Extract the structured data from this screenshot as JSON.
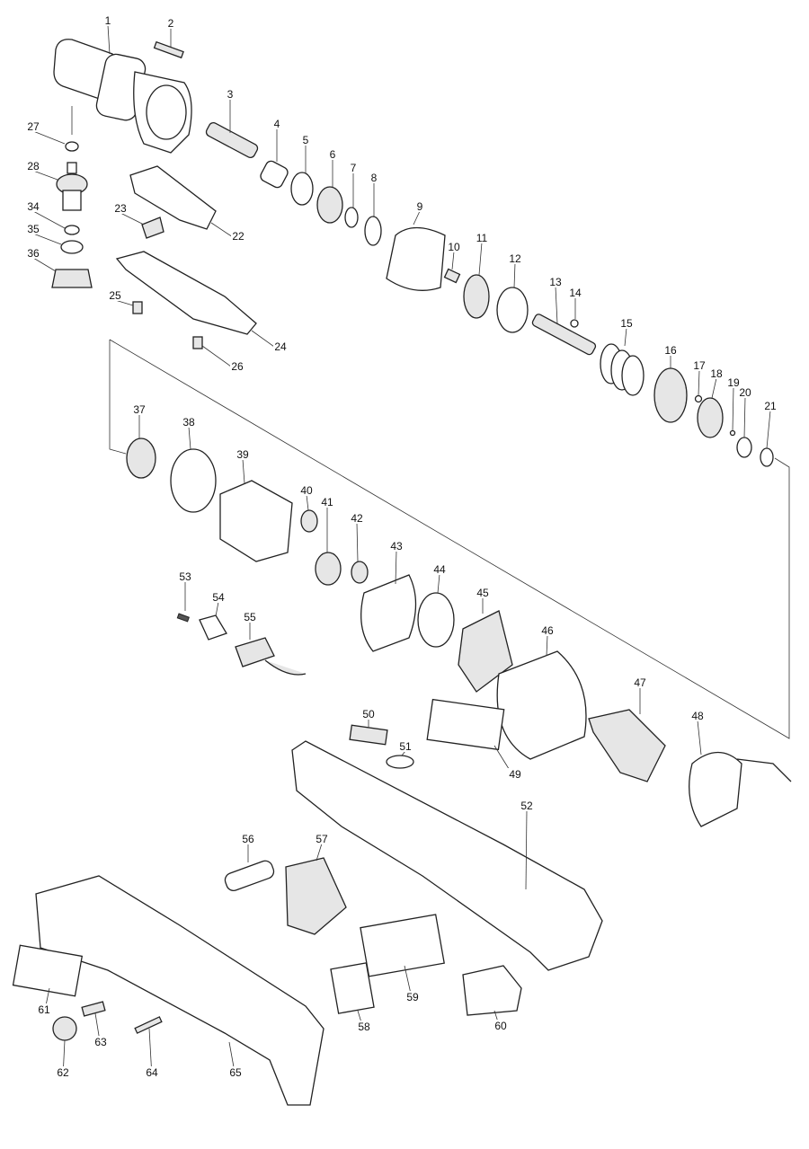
{
  "callouts": [
    "1",
    "2",
    "3",
    "4",
    "5",
    "6",
    "7",
    "8",
    "9",
    "10",
    "11",
    "12",
    "13",
    "14",
    "15",
    "16",
    "17",
    "18",
    "19",
    "20",
    "21",
    "22",
    "23",
    "24",
    "25",
    "26",
    "27",
    "28",
    "34",
    "35",
    "36",
    "37",
    "38",
    "39",
    "40",
    "41",
    "42",
    "43",
    "44",
    "45",
    "46",
    "47",
    "48",
    "49",
    "50",
    "51",
    "52",
    "53",
    "54",
    "55",
    "56",
    "57",
    "58",
    "59",
    "60",
    "61",
    "62",
    "63",
    "64",
    "65"
  ],
  "colors": {
    "line": "#222222",
    "background": "#ffffff"
  }
}
